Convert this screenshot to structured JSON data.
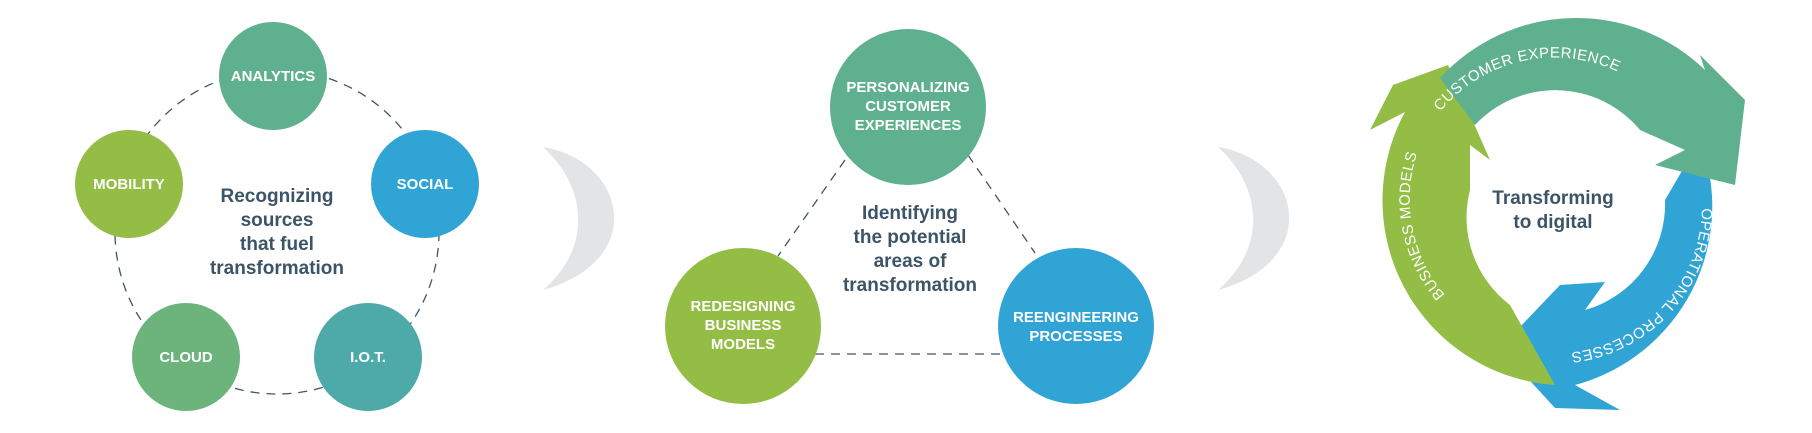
{
  "colors": {
    "teal_green": "#5fb08f",
    "lime_green": "#93bd45",
    "blue": "#31a4d6",
    "mid_green": "#6cb37c",
    "teal": "#4eaaa8",
    "text_dark": "#3b5466",
    "connector": "#3f5666",
    "crescent": "#e3e4e6"
  },
  "stages": [
    {
      "title_lines": [
        "Recognizing",
        "sources",
        "that fuel",
        "transformation"
      ],
      "nodes": [
        {
          "label": "ANALYTICS",
          "color": "#5fb08f"
        },
        {
          "label": "SOCIAL",
          "color": "#31a4d6"
        },
        {
          "label": "I.O.T.",
          "color": "#4eaaa8"
        },
        {
          "label": "CLOUD",
          "color": "#6cb37c"
        },
        {
          "label": "MOBILITY",
          "color": "#93bd45"
        }
      ]
    },
    {
      "title_lines": [
        "Identifying",
        "the potential",
        "areas of",
        "transformation"
      ],
      "nodes": [
        {
          "label_lines": [
            "PERSONALIZING",
            "CUSTOMER",
            "EXPERIENCES"
          ],
          "color": "#5fb08f"
        },
        {
          "label_lines": [
            "REDESIGNING",
            "BUSINESS",
            "MODELS"
          ],
          "color": "#93bd45"
        },
        {
          "label_lines": [
            "REENGINEERING",
            "PROCESSES"
          ],
          "color": "#31a4d6"
        }
      ]
    },
    {
      "title_lines": [
        "Transforming",
        "to digital"
      ],
      "arrows": [
        {
          "label": "CUSTOMER EXPERIENCE",
          "color": "#5fb08f"
        },
        {
          "label": "OPERATIONAL PROCESSES",
          "color": "#31a4d6"
        },
        {
          "label": "BUSINESS MODELS",
          "color": "#93bd45"
        }
      ]
    }
  ],
  "separators": [
    {
      "icon": "crescent-arrow-icon"
    },
    {
      "icon": "crescent-arrow-icon"
    }
  ]
}
